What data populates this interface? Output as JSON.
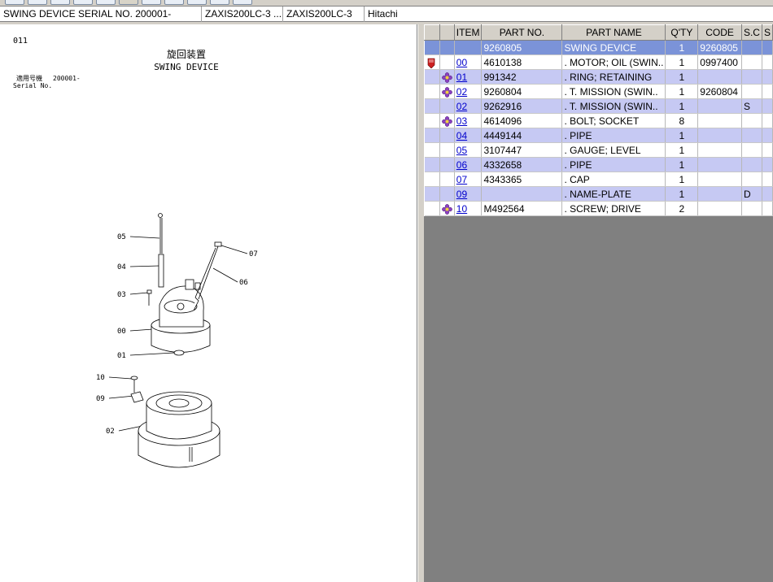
{
  "header": {
    "title": "SWING DEVICE SERIAL NO. 200001-",
    "model_1": "ZAXIS200LC-3 ...",
    "model_2": "ZAXIS200LC-3",
    "maker": "Hitachi"
  },
  "diagram": {
    "page_no": "011",
    "title_jp": "旋回装置",
    "title_en": "SWING DEVICE",
    "applic_jp": "適用号機",
    "serial_en": "Serial No.",
    "serial_range": "200001-",
    "callouts": [
      "05",
      "04",
      "03",
      "00",
      "01",
      "07",
      "06",
      "10",
      "09",
      "02"
    ]
  },
  "table": {
    "headers": [
      "",
      "",
      "ITEM",
      "PART NO.",
      "PART NAME",
      "Q'TY",
      "CODE",
      "S.C",
      "S"
    ],
    "rows": [
      {
        "icon": "",
        "item": "",
        "part_no": "9260805",
        "name": "SWING DEVICE",
        "qty": "1",
        "code": "9260805",
        "sc": "",
        "style": "sel"
      },
      {
        "icon": "pencil-icon",
        "item": "00",
        "part_no": "4610138",
        "name": ". MOTOR; OIL (SWIN..",
        "qty": "1",
        "code": "0997400",
        "sc": "",
        "style": ""
      },
      {
        "icon": "flower-icon",
        "item": "01",
        "part_no": "991342",
        "name": ". RING; RETAINING",
        "qty": "1",
        "code": "",
        "sc": "",
        "style": "alt"
      },
      {
        "icon": "flower-icon",
        "item": "02",
        "part_no": "9260804",
        "name": ". T. MISSION (SWIN..",
        "qty": "1",
        "code": "9260804",
        "sc": "",
        "style": ""
      },
      {
        "icon": "",
        "item": "02",
        "part_no": "9262916",
        "name": ". T. MISSION (SWIN..",
        "qty": "1",
        "code": "",
        "sc": "S",
        "style": "alt"
      },
      {
        "icon": "flower-icon",
        "item": "03",
        "part_no": "4614096",
        "name": ". BOLT; SOCKET",
        "qty": "8",
        "code": "",
        "sc": "",
        "style": ""
      },
      {
        "icon": "",
        "item": "04",
        "part_no": "4449144",
        "name": ". PIPE",
        "qty": "1",
        "code": "",
        "sc": "",
        "style": "alt"
      },
      {
        "icon": "",
        "item": "05",
        "part_no": "3107447",
        "name": ". GAUGE; LEVEL",
        "qty": "1",
        "code": "",
        "sc": "",
        "style": ""
      },
      {
        "icon": "",
        "item": "06",
        "part_no": "4332658",
        "name": ". PIPE",
        "qty": "1",
        "code": "",
        "sc": "",
        "style": "alt"
      },
      {
        "icon": "",
        "item": "07",
        "part_no": "4343365",
        "name": ". CAP",
        "qty": "1",
        "code": "",
        "sc": "",
        "style": ""
      },
      {
        "icon": "",
        "item": "09",
        "part_no": "",
        "name": ". NAME-PLATE",
        "qty": "1",
        "code": "",
        "sc": "D",
        "style": "alt"
      },
      {
        "icon": "flower-icon",
        "item": "10",
        "part_no": "M492564",
        "name": ". SCREW; DRIVE",
        "qty": "2",
        "code": "",
        "sc": "",
        "style": ""
      }
    ]
  },
  "colors": {
    "selected_row": "#7b93d8",
    "alt_row": "#c6c9f3",
    "link": "#0000cc",
    "empty_area": "#808080"
  }
}
